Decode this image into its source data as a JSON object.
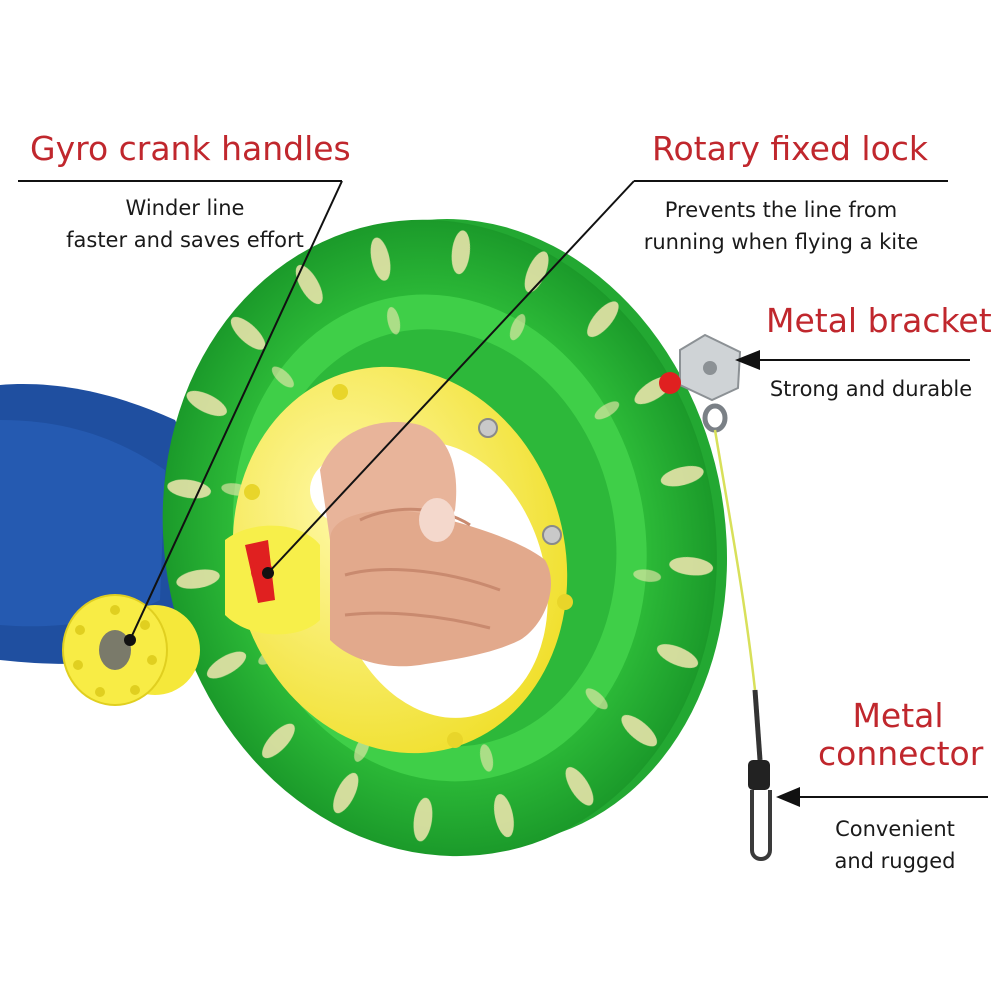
{
  "colors": {
    "title_red": "#c0272d",
    "reel_green": "#2fbf3a",
    "handle_yellow": "#f5ec3a",
    "sleeve_blue": "#1f4fa0",
    "skin": "#e8b49a"
  },
  "callouts": {
    "gyro": {
      "title": "Gyro crank handles",
      "desc_line1": "Winder line",
      "desc_line2": "faster and saves effort"
    },
    "lock": {
      "title": "Rotary fixed lock",
      "desc_line1": "Prevents the line from",
      "desc_line2": "running when flying a kite"
    },
    "bracket": {
      "title": "Metal bracket",
      "desc": "Strong and durable"
    },
    "connector": {
      "title_line1": "Metal",
      "title_line2": "connector",
      "desc_line1": "Convenient",
      "desc_line2": "and rugged"
    }
  }
}
